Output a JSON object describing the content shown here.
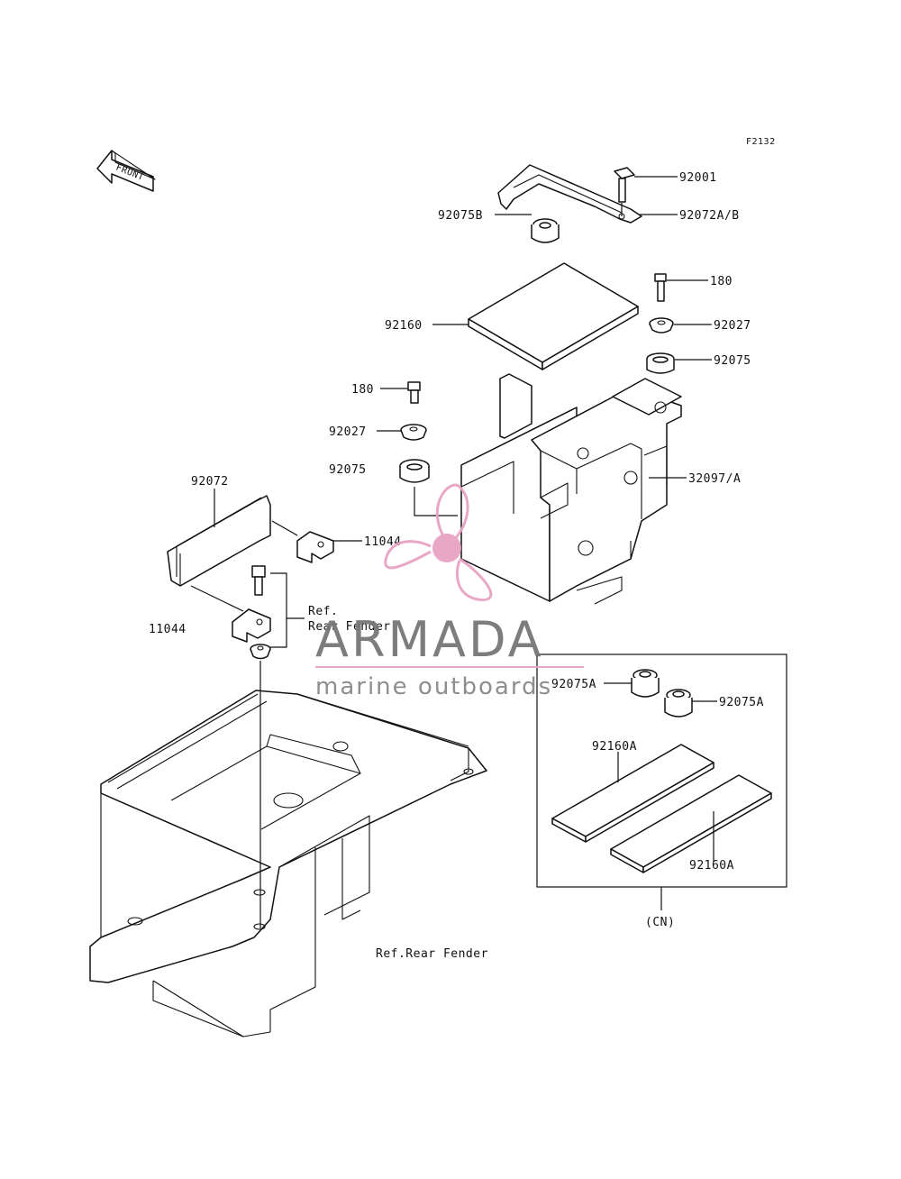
{
  "figure_code": "F2132",
  "front_label": "FRONT",
  "parts": {
    "p92001": "92001",
    "p92072AB": "92072A/B",
    "p92075B": "92075B",
    "p180_right": "180",
    "p92160": "92160",
    "p92027_right": "92027",
    "p92075_right": "92075",
    "p180_left": "180",
    "p92027_left": "92027",
    "p92075_left": "92075",
    "p32097A": "32097/A",
    "p92072": "92072",
    "p11044_right": "11044",
    "p11044_left": "11044",
    "ref_rear_fender_1": "Ref.",
    "ref_rear_fender_2": "Rear Fender",
    "ref_rear_fender_bottom": "Ref.Rear Fender"
  },
  "kit": {
    "p92075A_1": "92075A",
    "p92075A_2": "92075A",
    "p92160A_1": "92160A",
    "p92160A_2": "92160A",
    "label": "(CN)"
  },
  "watermark": {
    "brand": "ARMADA",
    "tagline": "marine outboards",
    "color": "#e8a3c4"
  }
}
